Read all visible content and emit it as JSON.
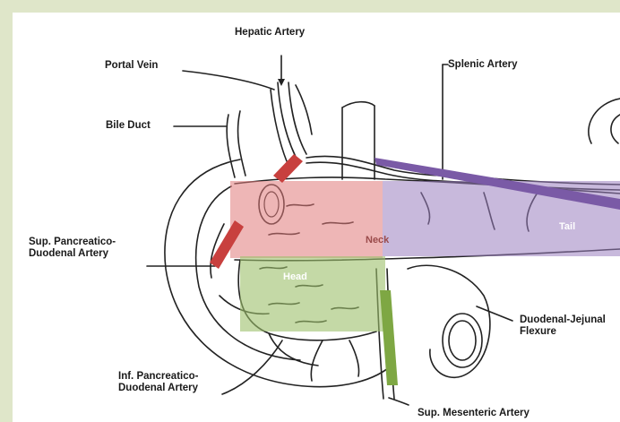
{
  "labels": {
    "hepatic_artery": "Hepatic Artery",
    "portal_vein": "Portal Vein",
    "splenic_artery": "Splenic Artery",
    "bile_duct": "Bile Duct",
    "sup_pancreatico_1": "Sup. Pancreatico-",
    "sup_pancreatico_2": "Duodenal Artery",
    "duodenal_jejunal_1": "Duodenal-Jejunal",
    "duodenal_jejunal_2": "Flexure",
    "inf_pancreatico_1": "Inf. Pancreatico-",
    "inf_pancreatico_2": "Duodenal Artery",
    "sup_mesenteric": "Sup. Mesenteric Artery"
  },
  "regions": {
    "head": "Head",
    "neck": "Neck",
    "tail": "Tail"
  },
  "colors": {
    "frame": "#dfe6c9",
    "neck_overlay": "#e07a7a",
    "tail_overlay": "#9a7fc0",
    "head_overlay": "#9cc06a",
    "red_marker": "#c8403e",
    "purple_line": "#7a5aa6",
    "green_marker": "#7ea743"
  }
}
